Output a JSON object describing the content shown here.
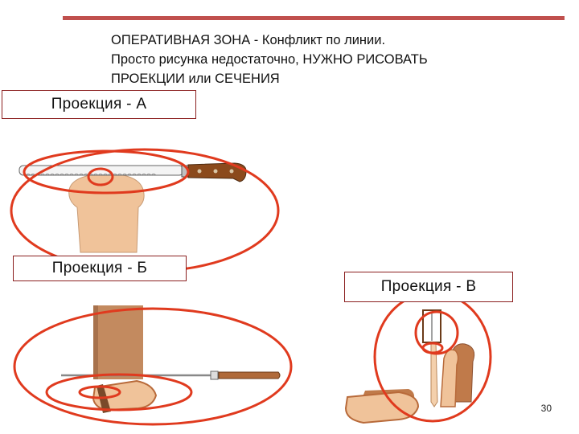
{
  "heading": {
    "line1": "ОПЕРАТИВНАЯ ЗОНА - Конфликт по линии.",
    "line2": "Просто рисунка  недостаточно, НУЖНО РИСОВАТЬ",
    "line3": "ПРОЕКЦИИ или СЕЧЕНИЯ"
  },
  "views": {
    "a": "Проекция - А",
    "b": "Проекция - Б",
    "v": "Проекция - В"
  },
  "slide_number": "30",
  "colors": {
    "accent": "#c0504d",
    "ellipse": "#e03a1e",
    "bread": "#f0c39a",
    "crust": "#b86a3a",
    "handle": "#8b4a1c"
  }
}
